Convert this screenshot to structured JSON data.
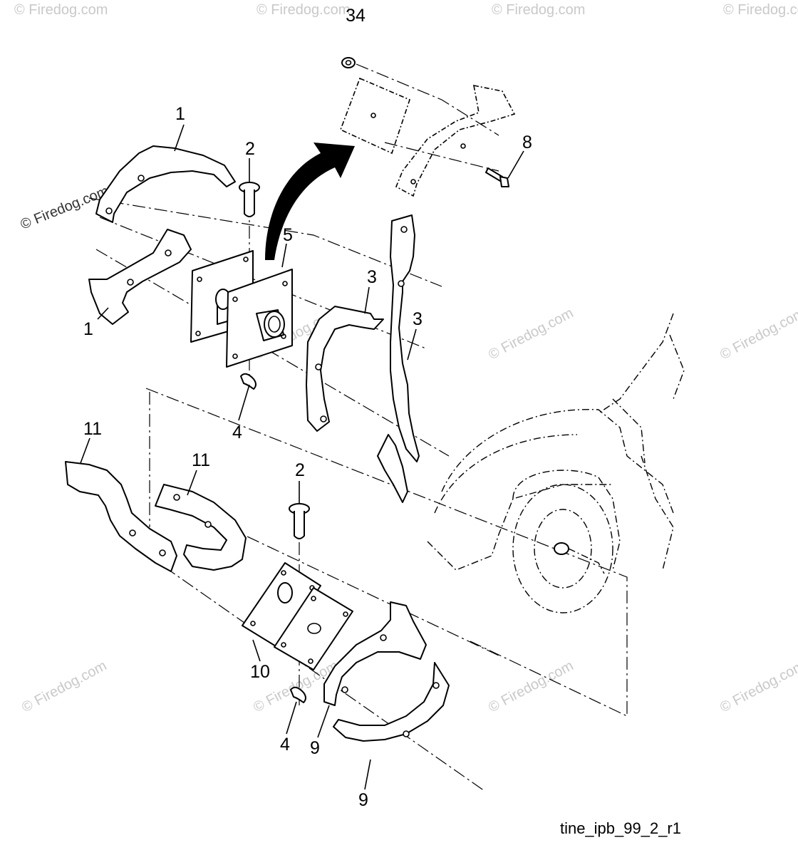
{
  "diagram": {
    "watermark": "© Firedog.com",
    "image_code": "tine_ipb_99_2_r1",
    "callouts": [
      {
        "id": "c34",
        "label": "34"
      },
      {
        "id": "c1a",
        "label": "1"
      },
      {
        "id": "c2a",
        "label": "2"
      },
      {
        "id": "c8",
        "label": "8"
      },
      {
        "id": "c5",
        "label": "5"
      },
      {
        "id": "c3a",
        "label": "3"
      },
      {
        "id": "c3b",
        "label": "3"
      },
      {
        "id": "c1b",
        "label": "1"
      },
      {
        "id": "c4a",
        "label": "4"
      },
      {
        "id": "c11a",
        "label": "11"
      },
      {
        "id": "c11b",
        "label": "11"
      },
      {
        "id": "c2b",
        "label": "2"
      },
      {
        "id": "c10",
        "label": "10"
      },
      {
        "id": "c4b",
        "label": "4"
      },
      {
        "id": "c9a",
        "label": "9"
      },
      {
        "id": "c9b",
        "label": "9"
      }
    ]
  }
}
